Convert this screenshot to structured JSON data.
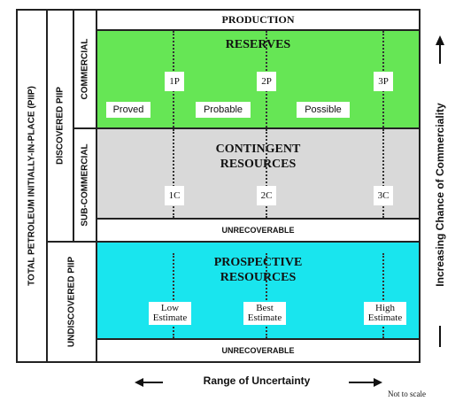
{
  "left_labels": {
    "total_piip": "TOTAL PETROLEUM INITIALLY-IN-PLACE (PIIP)",
    "discovered_piip": "DISCOVERED PIIP",
    "undiscovered_piip": "UNDISCOVERED PIIP",
    "commercial": "COMMERCIAL",
    "sub_commercial": "SUB-COMMERCIAL"
  },
  "production": "PRODUCTION",
  "reserves": {
    "title": "RESERVES",
    "markers": [
      "1P",
      "2P",
      "3P"
    ],
    "categories": [
      "Proved",
      "Probable",
      "Possible"
    ],
    "color": "#66e655"
  },
  "contingent": {
    "title_line1": "CONTINGENT",
    "title_line2": "RESOURCES",
    "markers": [
      "1C",
      "2C",
      "3C"
    ],
    "color": "#d9d9d9"
  },
  "unrecoverable": "UNRECOVERABLE",
  "prospective": {
    "title_line1": "PROSPECTIVE",
    "title_line2": "RESOURCES",
    "estimates": [
      {
        "line1": "Low",
        "line2": "Estimate"
      },
      {
        "line1": "Best",
        "line2": "Estimate"
      },
      {
        "line1": "High",
        "line2": "Estimate"
      }
    ],
    "color": "#19e5ee"
  },
  "x_axis_label": "Range of Uncertainty",
  "y_axis_label": "Increasing Chance of Commerciality",
  "note": "Not to scale"
}
